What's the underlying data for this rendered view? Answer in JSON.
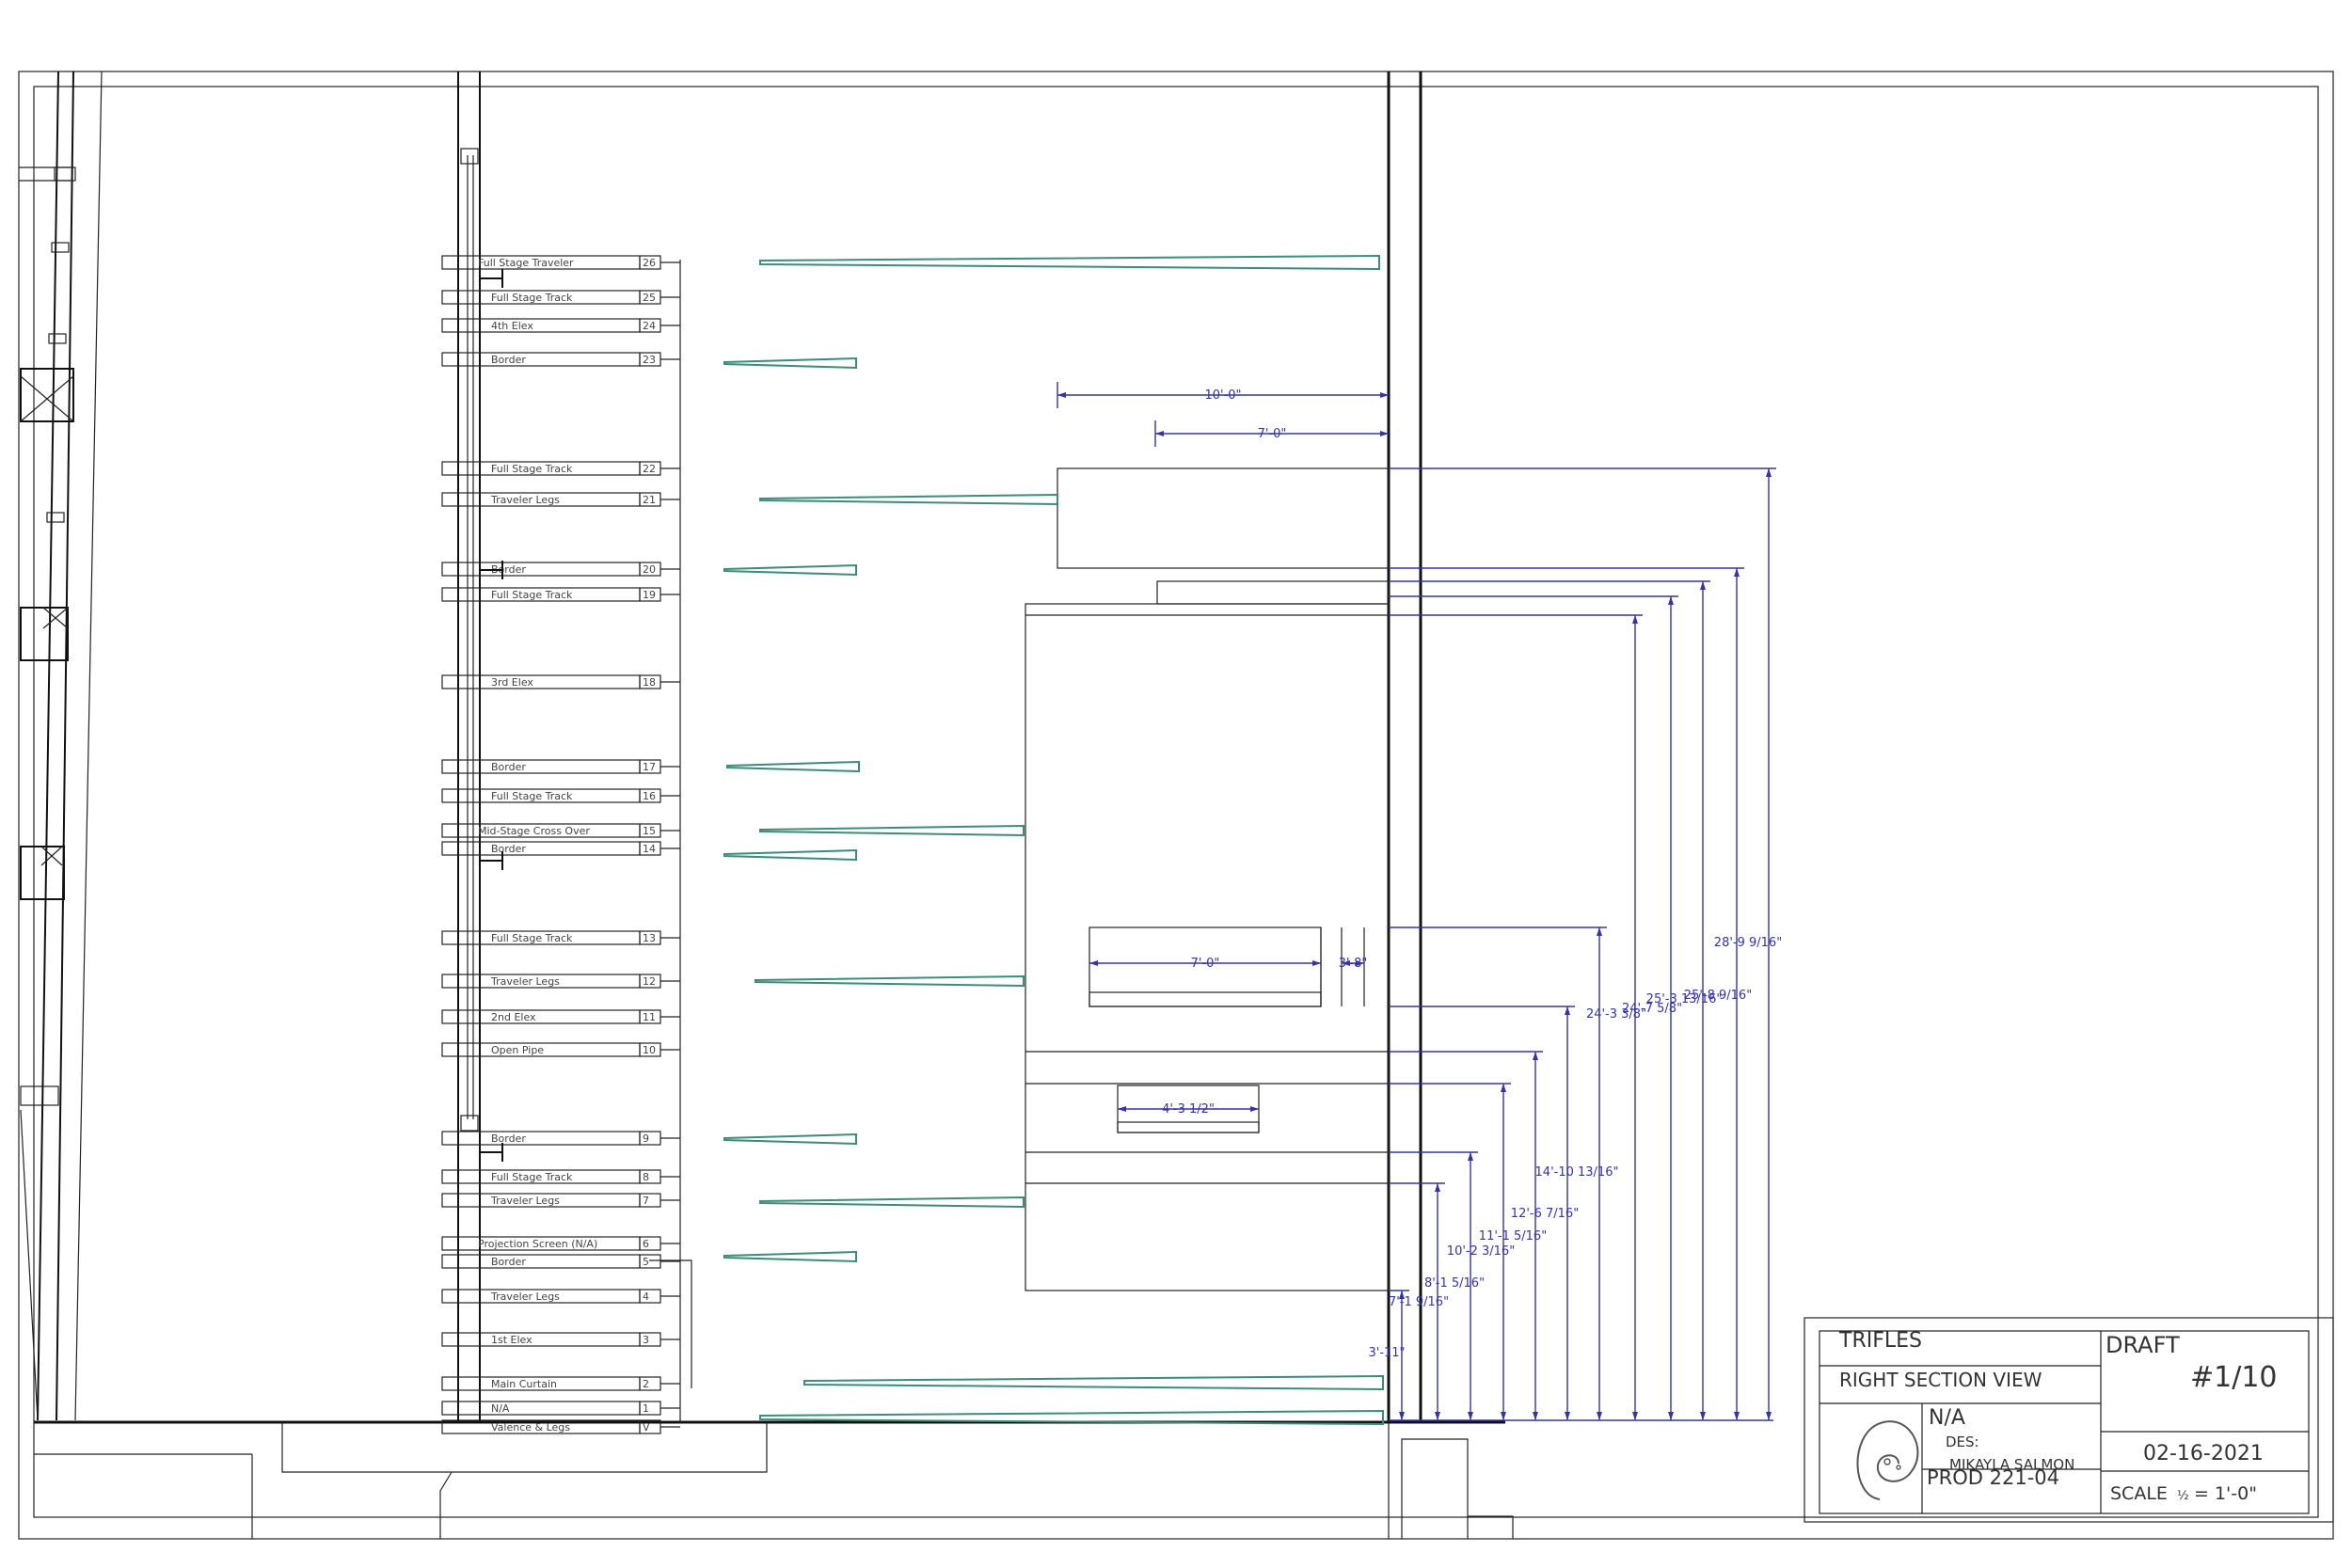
{
  "title_block": {
    "show": "TRIFLES",
    "view": "RIGHT SECTION VIEW",
    "status": "DRAFT",
    "sheet": "#1/10",
    "venue": "N/A",
    "designer_label": "DES:",
    "designer": "MIKAYLA SALMON",
    "production": "PROD 221-04",
    "date": "02-16-2021",
    "scale_prefix": "SCALE",
    "scale_value": "= 1'-0\"",
    "logo": "spiral-logo"
  },
  "lineset": [
    {
      "num": "26",
      "label": "Full Stage Traveler"
    },
    {
      "num": "25",
      "label": "Full Stage Track"
    },
    {
      "num": "24",
      "label": "4th Elex"
    },
    {
      "num": "23",
      "label": "Border"
    },
    {
      "num": "22",
      "label": "Full Stage Track"
    },
    {
      "num": "21",
      "label": "Traveler Legs"
    },
    {
      "num": "20",
      "label": "Border"
    },
    {
      "num": "19",
      "label": "Full Stage Track"
    },
    {
      "num": "18",
      "label": "3rd Elex"
    },
    {
      "num": "17",
      "label": "Border"
    },
    {
      "num": "16",
      "label": "Full Stage Track"
    },
    {
      "num": "15",
      "label": "Mid-Stage Cross Over"
    },
    {
      "num": "14",
      "label": "Border"
    },
    {
      "num": "13",
      "label": "Full Stage Track"
    },
    {
      "num": "12",
      "label": "Traveler Legs"
    },
    {
      "num": "11",
      "label": "2nd Elex"
    },
    {
      "num": "10",
      "label": "Open Pipe"
    },
    {
      "num": "9",
      "label": "Border"
    },
    {
      "num": "8",
      "label": "Full Stage Track"
    },
    {
      "num": "7",
      "label": "Traveler Legs"
    },
    {
      "num": "6",
      "label": "Projection Screen (N/A)"
    },
    {
      "num": "5",
      "label": "Border"
    },
    {
      "num": "4",
      "label": "Traveler Legs"
    },
    {
      "num": "3",
      "label": "1st Elex"
    },
    {
      "num": "2",
      "label": "Main Curtain"
    },
    {
      "num": "1",
      "label": "N/A"
    },
    {
      "num": "V",
      "label": "Valence & Legs"
    }
  ],
  "dimensions": {
    "horizontal": [
      "10'-0\"",
      "7'-0\"",
      "7'-0\"",
      "3'-8\"",
      "4'-3 1/2\""
    ],
    "vertical": [
      "3'-11\"",
      "7'-1 9/16\"",
      "8'-1 5/16\"",
      "10'-2 3/16\"",
      "11'-1 5/16\"",
      "12'-6 7/16\"",
      "14'-10 13/16\"",
      "24'-3 3/8\"",
      "24'-7 5/8\"",
      "25'-3 13/16\"",
      "25'-8 9/16\"",
      "28'-9 9/16\""
    ]
  }
}
